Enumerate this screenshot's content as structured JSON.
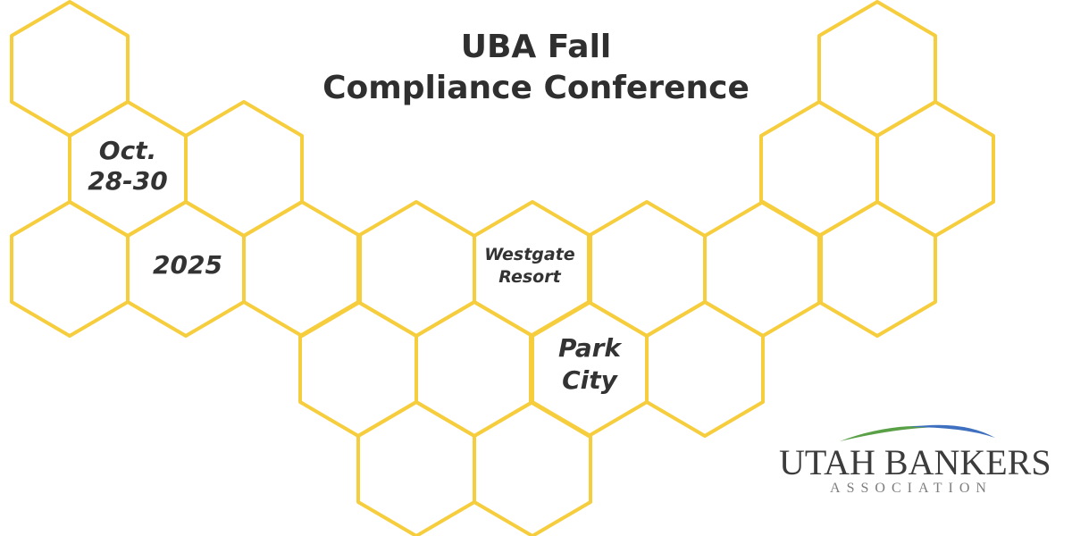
{
  "title": {
    "line1": "UBA Fall",
    "line2": "Compliance Conference"
  },
  "event": {
    "date_line1": "Oct.",
    "date_line2": "28-30",
    "year": "2025",
    "venue_line1": "Westgate",
    "venue_line2": "Resort",
    "city_line1": "Park",
    "city_line2": "City"
  },
  "logo": {
    "name": "UTAH BANKERS",
    "subtitle": "ASSOCIATION",
    "arc_colors": [
      "#5aa046",
      "#3f6fbf"
    ]
  },
  "colors": {
    "hex_stroke": "#f6cd3d",
    "text": "#2f2f2f"
  }
}
